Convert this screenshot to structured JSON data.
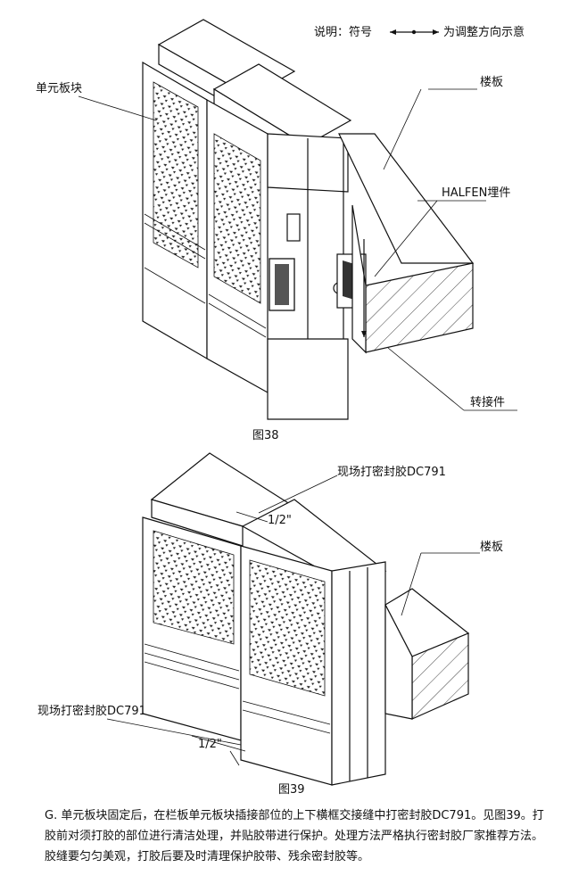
{
  "legend": {
    "prefix": "说明：符号",
    "suffix": "为调整方向示意"
  },
  "figure38": {
    "caption": "图38",
    "labels": {
      "unit_panel": "单元板块",
      "floor_slab": "楼板",
      "halfen": "HALFEN埋件",
      "adapter": "转接件"
    }
  },
  "figure39": {
    "caption": "图39",
    "labels": {
      "sealant_top": "现场打密封胶DC791",
      "sealant_left": "现场打密封胶DC791",
      "floor_slab": "楼板",
      "dim_top": "1/2\"",
      "dim_bottom": "1/2\""
    }
  },
  "note": {
    "text": "G. 单元板块固定后，在栏板单元板块插接部位的上下横框交接缝中打密封胶DC791。见图39。打胶前对须打胶的部位进行清洁处理，并贴胶带进行保护。处理方法严格执行密封胶厂家推荐方法。胶缝要匀匀美观，打胶后要及时清理保护胶带、残余密封胶等。"
  }
}
